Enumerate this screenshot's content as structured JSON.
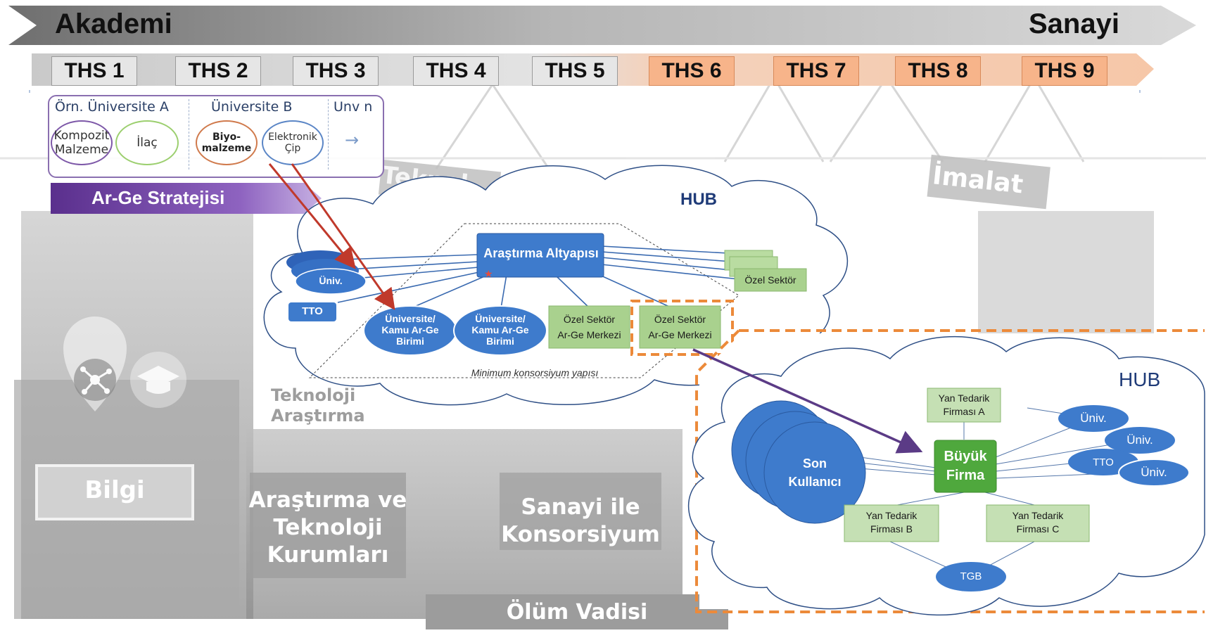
{
  "banner": {
    "left_label": "Akademi",
    "right_label": "Sanayi"
  },
  "trl_levels": [
    "THS 1",
    "THS 2",
    "THS 3",
    "THS 4",
    "THS 5",
    "THS 6",
    "THS 7",
    "THS 8",
    "THS 9"
  ],
  "universities": {
    "uni_a": {
      "title": "Örn. Üniversite A",
      "fields": [
        "Kompozit Malzeme",
        "İlaç"
      ]
    },
    "uni_b": {
      "title": "Üniversite B",
      "fields": [
        "Biyo- malzeme",
        "Elektronik Çip"
      ]
    },
    "uni_n": {
      "title": "Unv n",
      "arrow": "→"
    }
  },
  "strategy_label": "Ar-Ge Stratejisi",
  "background_labels": {
    "teknoloji_top": "Teknol",
    "imalat": "İmalat",
    "teknoloji_arastirma": [
      "Teknoloji",
      "Araştırma"
    ],
    "bilgi": "Bilgi",
    "arastirma_kurumlari": [
      "Araştırma ve",
      "Teknoloji",
      "Kurumları"
    ],
    "sanayi_konsorsiyum": [
      "Sanayi ile",
      "Konsorsiyum"
    ],
    "olum_vadisi": "Ölüm Vadisi"
  },
  "hub1": {
    "title": "HUB",
    "research_infra": "Araştırma Altyapısı",
    "univ": "Üniv.",
    "tto": "TTO",
    "public_rd_1": [
      "Üniversite/",
      "Kamu Ar-Ge",
      "Birimi"
    ],
    "public_rd_2": [
      "Üniversite/",
      "Kamu Ar-Ge",
      "Birimi"
    ],
    "private_rd_1": [
      "Özel Sektör",
      "Ar-Ge Merkezi"
    ],
    "private_rd_2": [
      "Özel Sektör",
      "Ar-Ge Merkezi"
    ],
    "private_sector": "Özel Sektör",
    "consortium_caption": "Minimum konsorsiyum yapısı"
  },
  "hub2": {
    "title": "HUB",
    "end_user": [
      "Son",
      "Kullanıcı"
    ],
    "big_firm": [
      "Büyük",
      "Firma"
    ],
    "supplier_a": [
      "Yan Tedarik",
      "Firması A"
    ],
    "supplier_b": [
      "Yan Tedarik",
      "Firması B"
    ],
    "supplier_c": [
      "Yan Tedarik",
      "Firması C"
    ],
    "univ_1": "Üniv.",
    "univ_2": "Üniv.",
    "univ_3": "Üniv.",
    "tto": "TTO",
    "tgb": "TGB"
  },
  "colors": {
    "purple_bar": "#6a3f9c",
    "orange_dash": "#ec8a3a",
    "blue_node": "#3a74c4",
    "green_node": "#a9d18e",
    "dark_green": "#4fa83d",
    "red_arrow": "#c0392b",
    "purple_arrow": "#5b3b86"
  }
}
